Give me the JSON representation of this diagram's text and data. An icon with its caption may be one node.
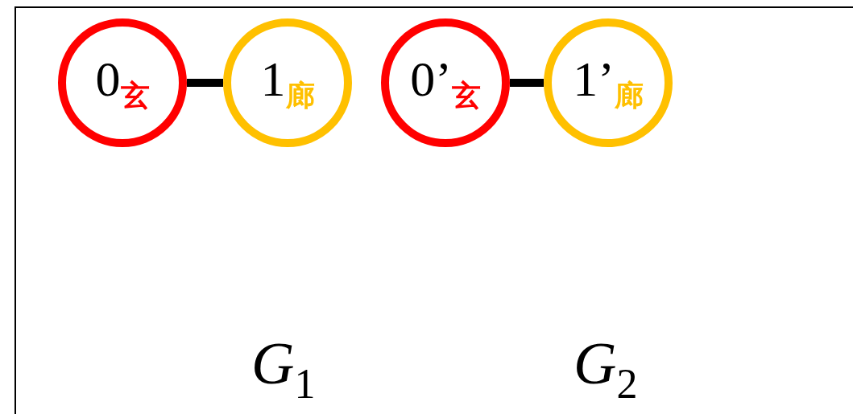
{
  "diagram": {
    "nodes": [
      {
        "text": [
          "0$_{玄}$"
        ]
      },
      {
        "text": [
          "1$_{廊}$"
        ]
      },
      {
        "text": [
          "0’$_{玄}$"
        ]
      },
      {
        "text": [
          "1’$_{廊}$"
        ]
      }
    ],
    "edges": [
      {
        "from": 0,
        "to": 1,
        "arrow": "none"
      },
      {
        "from": 2,
        "to": 3,
        "arrow": "none"
      }
    ],
    "labels": [
      "*G*$_{1}$",
      "*G*$_{2}$"
    ]
  }
}
